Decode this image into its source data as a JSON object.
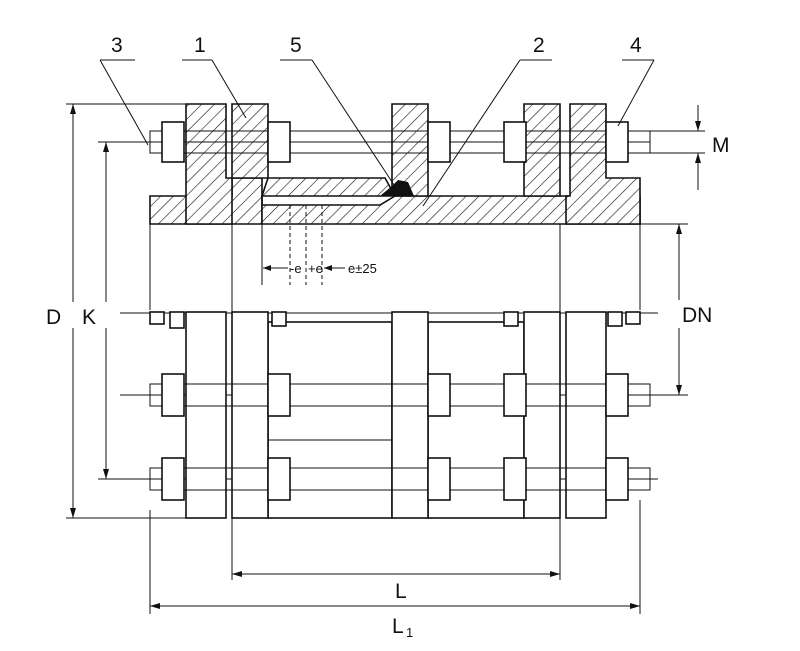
{
  "callouts": {
    "c1": "1",
    "c2": "2",
    "c3": "3",
    "c4": "4",
    "c5": "5"
  },
  "dimensions": {
    "D": "D",
    "K": "K",
    "M": "M",
    "DN": "DN",
    "L": "L",
    "L1_main": "L",
    "L1_sub": "1"
  },
  "gap_labels": {
    "minus_e": "-e",
    "plus_e": "+e",
    "e_tol": "e±25"
  },
  "colors": {
    "ink": "#111111",
    "background": "#ffffff"
  }
}
